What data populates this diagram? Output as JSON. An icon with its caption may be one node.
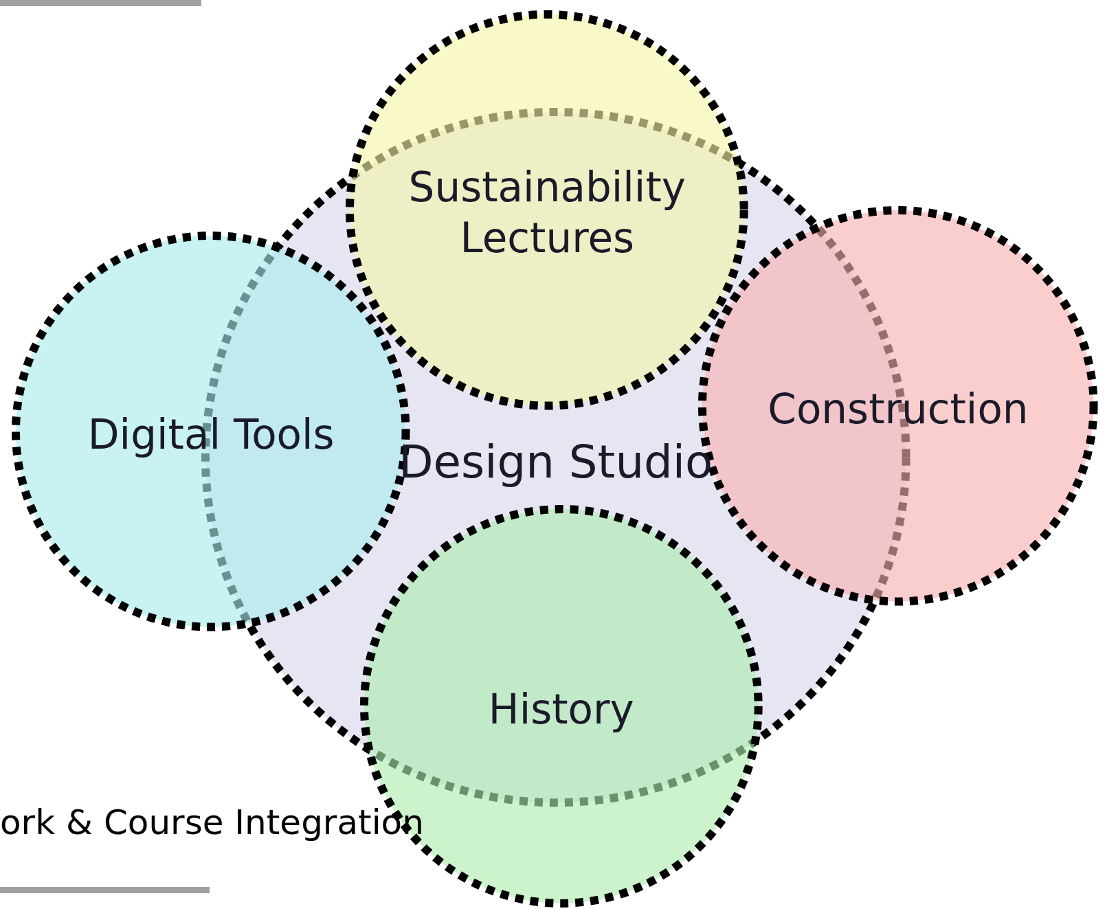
{
  "diagram": {
    "nodes": [
      {
        "text": [
          "Design Studio"
        ]
      },
      {
        "text": [
          "Sustainability Lectures"
        ]
      },
      {
        "text": [
          "Digital Tools"
        ]
      },
      {
        "text": [
          "Construction"
        ]
      },
      {
        "text": [
          "History"
        ]
      }
    ],
    "labels": [
      "ork & Course Integration"
    ]
  }
}
